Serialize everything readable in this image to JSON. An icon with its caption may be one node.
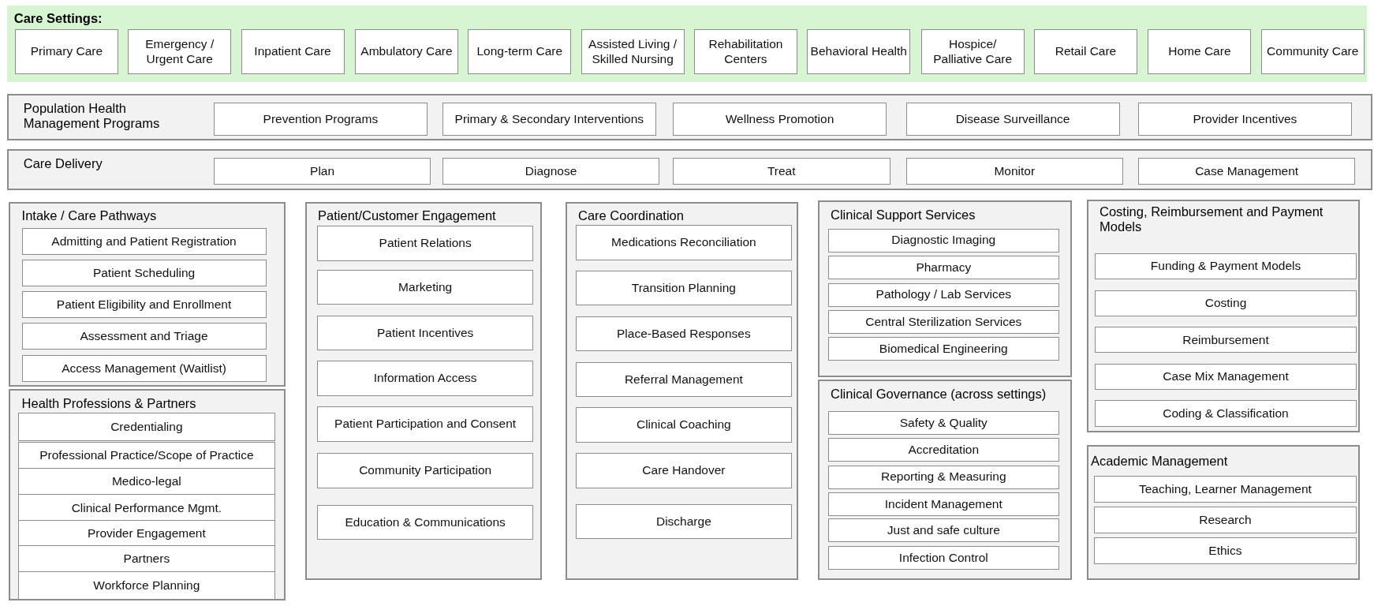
{
  "diagram": {
    "nodes": [
      {
        "text": [
          "Care Settings:"
        ]
      },
      {
        "text": [
          "Primary Care"
        ],
        "in": 0
      },
      {
        "text": [
          "Emergency / Urgent Care"
        ],
        "in": 0
      },
      {
        "text": [
          "Inpatient Care"
        ],
        "in": 0
      },
      {
        "text": [
          "Ambulatory Care"
        ],
        "in": 0
      },
      {
        "text": [
          "Long-term Care"
        ],
        "in": 0
      },
      {
        "text": [
          "Assisted Living / Skilled Nursing"
        ],
        "in": 0
      },
      {
        "text": [
          "Rehabilitation Centers"
        ],
        "in": 0
      },
      {
        "text": [
          "Behavioral Health"
        ],
        "in": 0
      },
      {
        "text": [
          "Hospice/ Palliative Care"
        ],
        "in": 0
      },
      {
        "text": [
          "Retail Care"
        ],
        "in": 0
      },
      {
        "text": [
          "Home Care"
        ],
        "in": 0
      },
      {
        "text": [
          "Community Care"
        ],
        "in": 0
      },
      {
        "text": [
          "Population Health Management Programs"
        ]
      },
      {
        "text": [
          "Prevention Programs"
        ],
        "in": 13
      },
      {
        "text": [
          "Primary & Secondary Interventions"
        ],
        "in": 13
      },
      {
        "text": [
          "Wellness Promotion"
        ],
        "in": 13
      },
      {
        "text": [
          "Disease Surveillance"
        ],
        "in": 13
      },
      {
        "text": [
          "Provider Incentives"
        ],
        "in": 13
      },
      {
        "text": [
          "Care Delivery"
        ]
      },
      {
        "text": [
          "Plan"
        ],
        "in": 19
      },
      {
        "text": [
          "Diagnose"
        ],
        "in": 19
      },
      {
        "text": [
          "Treat"
        ],
        "in": 19
      },
      {
        "text": [
          "Monitor"
        ],
        "in": 19
      },
      {
        "text": [
          "Case Management"
        ],
        "in": 19
      },
      {
        "text": [
          "Intake / Care Pathways"
        ]
      },
      {
        "text": [
          "Admitting and Patient Registration"
        ],
        "in": 25
      },
      {
        "text": [
          "Patient Scheduling"
        ],
        "in": 25
      },
      {
        "text": [
          "Patient Eligibility and Enrollment"
        ],
        "in": 25
      },
      {
        "text": [
          "Assessment and Triage"
        ],
        "in": 25
      },
      {
        "text": [
          "Access Management (Waitlist)"
        ],
        "in": 25
      },
      {
        "text": [
          "Health Professions & Partners"
        ]
      },
      {
        "text": [
          "Credentialing"
        ],
        "in": 31
      },
      {
        "text": [
          "Professional Practice/Scope of Practice"
        ],
        "in": 31
      },
      {
        "text": [
          "Medico-legal"
        ],
        "in": 31
      },
      {
        "text": [
          "Clinical Performance Mgmt."
        ],
        "in": 31
      },
      {
        "text": [
          "Provider Engagement"
        ],
        "in": 31
      },
      {
        "text": [
          "Partners"
        ],
        "in": 31
      },
      {
        "text": [
          "Workforce Planning"
        ],
        "in": 31
      },
      {
        "text": [
          "Patient/Customer Engagement"
        ]
      },
      {
        "text": [
          "Patient Relations"
        ],
        "in": 39
      },
      {
        "text": [
          "Marketing"
        ],
        "in": 39
      },
      {
        "text": [
          "Patient Incentives"
        ],
        "in": 39
      },
      {
        "text": [
          "Information Access"
        ],
        "in": 39
      },
      {
        "text": [
          "Patient Participation and Consent"
        ],
        "in": 39
      },
      {
        "text": [
          "Community Participation"
        ],
        "in": 39
      },
      {
        "text": [
          "Education & Communications"
        ],
        "in": 39
      },
      {
        "text": [
          "Care Coordination"
        ]
      },
      {
        "text": [
          "Medications Reconciliation"
        ],
        "in": 47
      },
      {
        "text": [
          "Transition Planning"
        ],
        "in": 47
      },
      {
        "text": [
          "Place-Based Responses"
        ],
        "in": 47
      },
      {
        "text": [
          "Referral Management"
        ],
        "in": 47
      },
      {
        "text": [
          "Clinical Coaching"
        ],
        "in": 47
      },
      {
        "text": [
          "Care Handover"
        ],
        "in": 47
      },
      {
        "text": [
          "Discharge"
        ],
        "in": 47
      },
      {
        "text": [
          "Clinical Support Services"
        ]
      },
      {
        "text": [
          "Diagnostic Imaging"
        ],
        "in": 55
      },
      {
        "text": [
          "Pharmacy"
        ],
        "in": 55
      },
      {
        "text": [
          "Pathology / Lab Services"
        ],
        "in": 55
      },
      {
        "text": [
          "Central Sterilization Services"
        ],
        "in": 55
      },
      {
        "text": [
          "Biomedical Engineering"
        ],
        "in": 55
      },
      {
        "text": [
          "Clinical Governance (across settings)"
        ]
      },
      {
        "text": [
          "Safety & Quality"
        ],
        "in": 61
      },
      {
        "text": [
          "Accreditation"
        ],
        "in": 61
      },
      {
        "text": [
          "Reporting & Measuring"
        ],
        "in": 61
      },
      {
        "text": [
          "Incident Management"
        ],
        "in": 61
      },
      {
        "text": [
          "Just and safe culture"
        ],
        "in": 61
      },
      {
        "text": [
          "Infection Control"
        ],
        "in": 61
      },
      {
        "text": [
          "Costing, Reimbursement and Payment Models"
        ]
      },
      {
        "text": [
          "Funding & Payment Models"
        ],
        "in": 68
      },
      {
        "text": [
          "Costing"
        ],
        "in": 68
      },
      {
        "text": [
          "Reimbursement"
        ],
        "in": 68
      },
      {
        "text": [
          "Case Mix Management"
        ],
        "in": 68
      },
      {
        "text": [
          "Coding & Classification"
        ],
        "in": 68
      },
      {
        "text": [
          "Academic Management"
        ]
      },
      {
        "text": [
          "Teaching, Learner Management"
        ],
        "in": 74
      },
      {
        "text": [
          "Research"
        ],
        "in": 74
      },
      {
        "text": [
          "Ethics"
        ],
        "in": 74
      }
    ]
  }
}
